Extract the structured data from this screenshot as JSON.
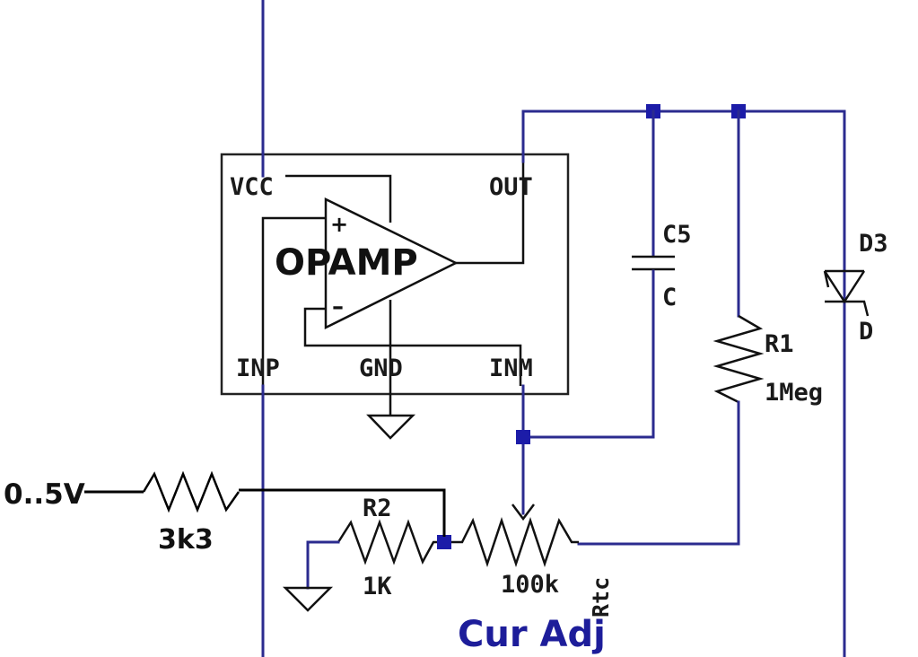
{
  "opamp": {
    "title": "OPAMP",
    "pins": {
      "vcc": "VCC",
      "out": "OUT",
      "inp": "INP",
      "gnd": "GND",
      "inm": "INM"
    },
    "plus": "+",
    "minus": "–"
  },
  "c5": {
    "ref": "C5",
    "value": "C"
  },
  "r1": {
    "ref": "R1",
    "value": "1Meg"
  },
  "d3": {
    "ref": "D3",
    "value": "D"
  },
  "r2": {
    "ref": "R2",
    "value": "1K"
  },
  "rtc": {
    "ref": "Rtc",
    "value": "100k"
  },
  "input": {
    "source": "0..5V",
    "resistor_value": "3k3"
  },
  "adjust_label": "Cur Adj",
  "colors": {
    "wire": "#2b2b8f",
    "node": "#1c1ca8",
    "added_wire": "#000000",
    "label_accent": "#1d1d9a"
  }
}
